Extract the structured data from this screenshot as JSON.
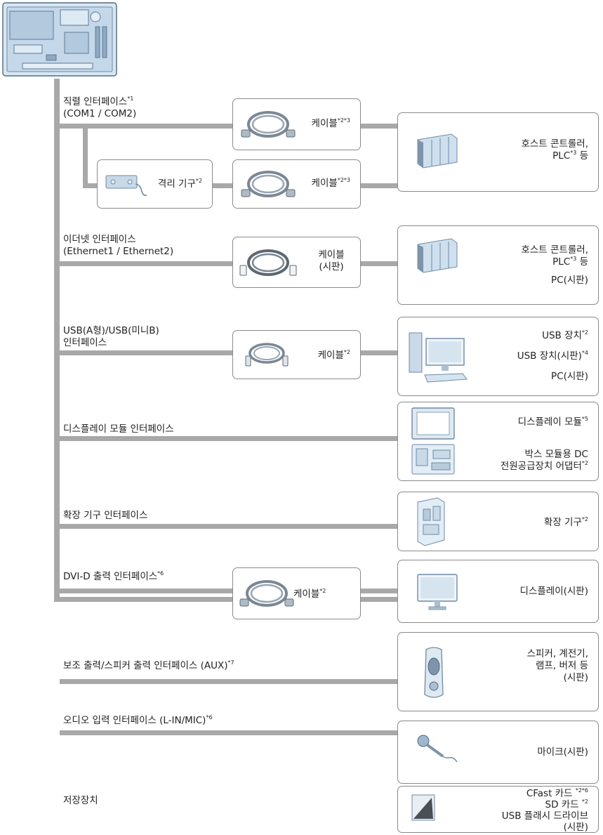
{
  "interfaces": {
    "serial": {
      "line1": "직렬 인터페이스",
      "line1_sup": "*1",
      "line2": "(COM1 / COM2)"
    },
    "ethernet": {
      "line1": "이더넷 인터페이스",
      "line2": "(Ethernet1 / Ethernet2)"
    },
    "usb": {
      "line1": "USB(A형)/USB(미니B)",
      "line2": "인터페이스"
    },
    "display_module": {
      "line1": "디스플레이 모듈 인터페이스"
    },
    "expansion": {
      "line1": "확장 기구 인터페이스"
    },
    "dvi": {
      "line1": "DVI-D 출력 인터페이스",
      "line1_sup": "*6"
    },
    "aux": {
      "line1": "보조 출력/스피커 출력 인터페이스 (AUX)",
      "line1_sup": "*7"
    },
    "audio": {
      "line1": "오디오 입력 인터페이스 (L-IN/MIC)",
      "line1_sup": "*6"
    },
    "storage": {
      "line1": "저장장치"
    }
  },
  "cables": {
    "serial_cable_1": {
      "label": "케이블",
      "sup": "*2*3"
    },
    "isolation_unit": {
      "label": "격리 기구",
      "sup": "*2"
    },
    "serial_cable_2": {
      "label": "케이블",
      "sup": "*2*3"
    },
    "ethernet_cable": {
      "line1": "케이블",
      "line2": "(시판)"
    },
    "usb_cable": {
      "label": "케이블",
      "sup": "*2"
    },
    "dvi_cable": {
      "label": "케이블",
      "sup": "*2"
    }
  },
  "devices": {
    "serial": {
      "line1": "호스트 콘트롤러,",
      "line2": "PLC",
      "line2_sup": "*3",
      "line2_tail": " 등"
    },
    "ethernet": {
      "line1": "호스트 콘트롤러,",
      "line2": "PLC",
      "line2_sup": "*3",
      "line2_tail": " 등",
      "line3": "PC(시판)"
    },
    "usb": {
      "line1": "USB 장치",
      "line1_sup": "*2",
      "line2": "USB 장치(시판)",
      "line2_sup": "*4",
      "line3": "PC(시판)"
    },
    "display_module": {
      "line1": "디스플레이 모듈",
      "line1_sup": "*5",
      "line2": "박스 모듈용 DC",
      "line3": "전원공급장치 어댑터",
      "line3_sup": "*2"
    },
    "expansion": {
      "line1": "확장 기구",
      "line1_sup": "*2"
    },
    "dvi": {
      "line1": "디스플레이(시판)"
    },
    "aux": {
      "line1": "스피커, 계전기,",
      "line2": "램프, 버저 등",
      "line3": "(시판)"
    },
    "audio": {
      "line1": "마이크(시판)"
    },
    "storage": {
      "line1": "CFast 카드 ",
      "line1_sup": "*2*6",
      "line2": "SD 카드 ",
      "line2_sup": "*2",
      "line3": "USB 플래시 드라이브",
      "line4": "(시판)"
    }
  },
  "icons": {
    "main_unit": "hmi-rear-panel-icon",
    "cable": "cable-coil-icon",
    "controller": "plc-controller-icon",
    "pc": "pc-monitor-icon",
    "display": "display-icon",
    "speaker": "speaker-icon",
    "mic": "microphone-icon",
    "card": "memory-card-icon"
  },
  "colors": {
    "bar": "#a8a8a8",
    "box_border": "#8a8a8a",
    "device_fill": "#bcd3e6",
    "device_stroke": "#6d8aa5"
  }
}
